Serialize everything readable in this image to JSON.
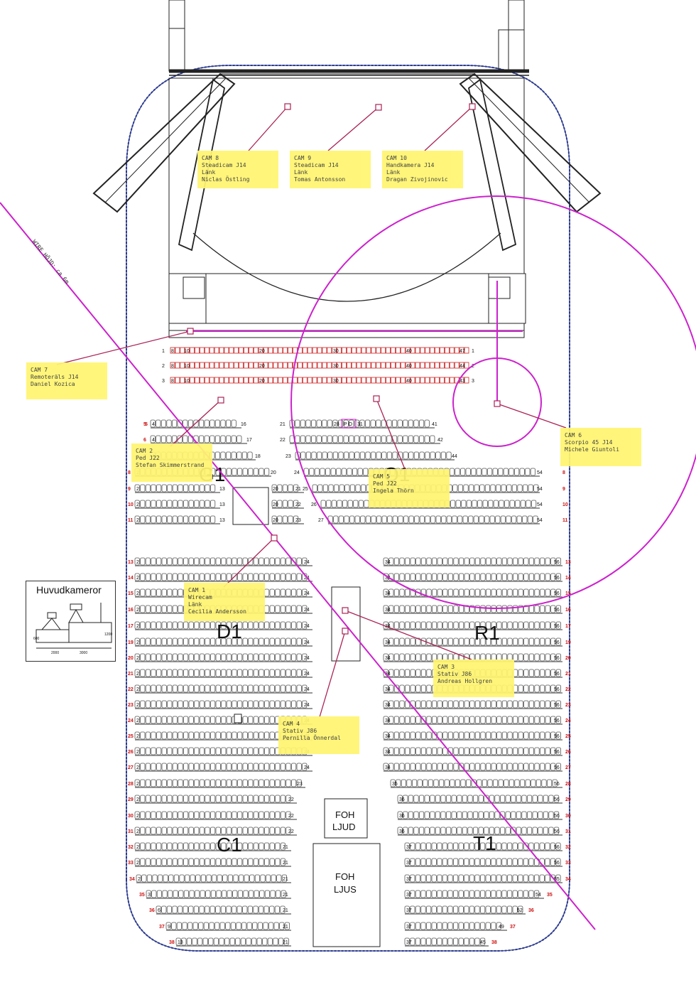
{
  "wire_label": "WIRE HÖJD: ca 6m",
  "legend": {
    "title": "Huvudkameror",
    "dims": [
      "600",
      "1200",
      "2000",
      "3000"
    ]
  },
  "sections": {
    "g1": "G1",
    "q1": "Q1",
    "d1": "D1",
    "r1": "R1",
    "c1": "C1",
    "t1": "T1"
  },
  "booths": {
    "foh_ljud": [
      "FOH",
      "LJUD"
    ],
    "foh_ljus": [
      "FOH",
      "LJUS"
    ]
  },
  "pit_rows": [
    {
      "row": "1",
      "marks": [
        "8",
        "10",
        "20",
        "30",
        "40",
        "47"
      ]
    },
    {
      "row": "2",
      "marks": [
        "8",
        "10",
        "20",
        "30",
        "40",
        "44"
      ]
    },
    {
      "row": "3",
      "marks": [
        "8",
        "10",
        "20",
        "30",
        "40",
        "43"
      ]
    }
  ],
  "cameras": [
    {
      "id": "cam8",
      "lines": [
        "CAM 8",
        "Steadicam J14",
        "Länk",
        "Niclas Östling"
      ]
    },
    {
      "id": "cam9",
      "lines": [
        "CAM 9",
        "Steadicam J14",
        "Länk",
        "Tomas Antonsson"
      ]
    },
    {
      "id": "cam10",
      "lines": [
        "CAM 10",
        "Handkamera J14",
        "Länk",
        "Dragan Zivojinovic"
      ]
    },
    {
      "id": "cam7",
      "lines": [
        "CAM 7",
        "Remoteräls J14",
        "Daniel Kozica"
      ]
    },
    {
      "id": "cam6",
      "lines": [
        "CAM 6",
        "Scorpio 45 J14",
        "Michele Giuntoli"
      ]
    },
    {
      "id": "cam2",
      "lines": [
        "CAM 2",
        "Ped J22",
        "Stefan Skimmerstrand"
      ]
    },
    {
      "id": "cam5",
      "lines": [
        "CAM 5",
        "Ped J22",
        "Ingela Thörn"
      ]
    },
    {
      "id": "cam1",
      "lines": [
        "CAM 1",
        "Wirecam",
        "Länk",
        "Cecilia Andersson"
      ]
    },
    {
      "id": "cam3",
      "lines": [
        "CAM 3",
        "Stativ J86",
        "Andreas Hollgren"
      ]
    },
    {
      "id": "cam4",
      "lines": [
        "CAM 4",
        "Stativ J86",
        "Pernilla Önnerdal"
      ]
    }
  ],
  "upper_left_rows": [
    {
      "row": "5",
      "first": "4",
      "last": "16"
    },
    {
      "row": "6",
      "first": "4",
      "last": "17"
    },
    {
      "row": "7",
      "first": "4",
      "last": "18"
    },
    {
      "row": "8",
      "first": "2",
      "last": "20"
    },
    {
      "row": "9",
      "first": "2",
      "last": "13",
      "extra": [
        "20",
        "21"
      ]
    },
    {
      "row": "10",
      "first": "2",
      "last": "13",
      "extra": [
        "20",
        "22"
      ]
    },
    {
      "row": "11",
      "first": "2",
      "last": "13",
      "extra": [
        "20",
        "23"
      ]
    }
  ],
  "upper_right_rows": [
    {
      "row": "5",
      "first": "21",
      "mid": [
        "28",
        "P",
        "O",
        "31"
      ],
      "last": "41"
    },
    {
      "row": "6",
      "first": "22",
      "last": "42"
    },
    {
      "row": "7",
      "first": "23",
      "last": "44"
    },
    {
      "row": "8",
      "first": "24",
      "last": "54"
    },
    {
      "row": "9",
      "first": "25",
      "last": "54"
    },
    {
      "row": "10",
      "first": "26",
      "last": "54"
    },
    {
      "row": "11",
      "first": "27",
      "last": "54"
    }
  ],
  "lower_left_rows": [
    {
      "row": "13",
      "first": "2",
      "last": "24"
    },
    {
      "row": "14",
      "first": "2",
      "last": "24"
    },
    {
      "row": "15",
      "first": "2",
      "last": "24"
    },
    {
      "row": "16",
      "first": "2",
      "last": "24"
    },
    {
      "row": "17",
      "first": "2",
      "last": "24"
    },
    {
      "row": "19",
      "first": "2",
      "last": "24"
    },
    {
      "row": "20",
      "first": "2",
      "last": "24"
    },
    {
      "row": "21",
      "first": "2",
      "last": "24"
    },
    {
      "row": "22",
      "first": "2",
      "last": "24"
    },
    {
      "row": "23",
      "first": "2",
      "last": "24"
    },
    {
      "row": "24",
      "first": "2",
      "last": "24"
    },
    {
      "row": "25",
      "first": "2",
      "last": "24"
    },
    {
      "row": "26",
      "first": "2",
      "last": "24"
    },
    {
      "row": "27",
      "first": "2",
      "last": "24"
    },
    {
      "row": "28",
      "first": "2",
      "last": "23"
    },
    {
      "row": "29",
      "first": "2",
      "last": "22"
    },
    {
      "row": "30",
      "first": "2",
      "last": "22"
    },
    {
      "row": "31",
      "first": "2",
      "last": "22"
    },
    {
      "row": "32",
      "first": "2",
      "last": "21"
    },
    {
      "row": "33",
      "first": "2",
      "last": "21"
    },
    {
      "row": "34",
      "first": "2",
      "last": "21"
    },
    {
      "row": "35",
      "first": "3",
      "last": "21"
    },
    {
      "row": "36",
      "first": "6",
      "last": "21"
    },
    {
      "row": "37",
      "first": "9",
      "last": "21"
    },
    {
      "row": "38",
      "first": "13",
      "last": "21"
    }
  ],
  "lower_right_rows": [
    {
      "row": "13",
      "first": "34",
      "last": "56"
    },
    {
      "row": "14",
      "first": "34",
      "last": "56"
    },
    {
      "row": "15",
      "first": "34",
      "last": "56"
    },
    {
      "row": "16",
      "first": "34",
      "last": "56"
    },
    {
      "row": "17",
      "first": "34",
      "last": "56"
    },
    {
      "row": "19",
      "first": "34",
      "last": "56"
    },
    {
      "row": "20",
      "first": "34",
      "last": "56"
    },
    {
      "row": "21",
      "first": "34",
      "last": "56"
    },
    {
      "row": "22",
      "first": "34",
      "last": "56"
    },
    {
      "row": "23",
      "first": "34",
      "last": "56"
    },
    {
      "row": "24",
      "first": "34",
      "last": "56"
    },
    {
      "row": "25",
      "first": "34",
      "last": "56"
    },
    {
      "row": "26",
      "first": "34",
      "last": "56"
    },
    {
      "row": "27",
      "first": "34",
      "last": "56"
    },
    {
      "row": "28",
      "first": "35",
      "last": "56"
    },
    {
      "row": "29",
      "first": "36",
      "last": "56"
    },
    {
      "row": "30",
      "first": "36",
      "last": "56"
    },
    {
      "row": "31",
      "first": "36",
      "last": "56"
    },
    {
      "row": "32",
      "first": "37",
      "last": "56"
    },
    {
      "row": "33",
      "first": "37",
      "last": "56"
    },
    {
      "row": "34",
      "first": "37",
      "last": "55"
    },
    {
      "row": "35",
      "first": "37",
      "last": "54"
    },
    {
      "row": "36",
      "first": "37",
      "last": "52"
    },
    {
      "row": "37",
      "first": "37",
      "last": "49"
    },
    {
      "row": "38",
      "first": "37",
      "last": "45"
    }
  ]
}
